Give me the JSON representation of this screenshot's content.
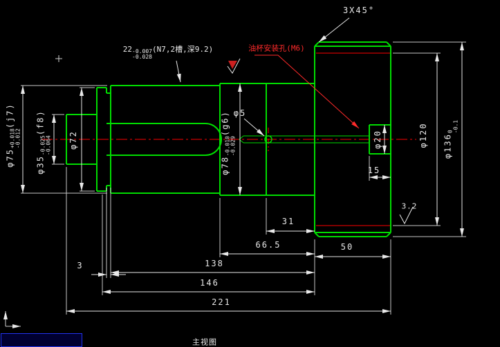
{
  "window": {
    "background": "#000000"
  },
  "colors": {
    "part_outline": "#00dd00",
    "dimension": "#e8e8e8",
    "centerline": "#ff0000",
    "annotation_red": "#ff2a2a",
    "command_box_border": "#2233ee"
  },
  "annotations": {
    "chamfer": "3X45°",
    "oil_hole": "油杯安装孔(M6)",
    "surface_finish_value": "3.2",
    "view_label": "主视图"
  },
  "keyway_dim": {
    "main": "22",
    "sup": "-0.007",
    "sub": "-0.028",
    "suffix": "(N7,2槽,深9.2)"
  },
  "diameter_dims": {
    "d75": {
      "main": "φ75",
      "sup": "+0.018",
      "sub": "-0.012",
      "suffix": "(j7)"
    },
    "d35": {
      "main": "φ35",
      "sup": "-0.025",
      "sub": "-0.064",
      "suffix": "(f8)"
    },
    "d72": {
      "main": "φ72"
    },
    "d78": {
      "main": "φ78",
      "sup": "-0.010",
      "sub": "-0.029",
      "suffix": "(g6)"
    },
    "d5": {
      "main": "φ5"
    },
    "d20": {
      "main": "φ20"
    },
    "d120": {
      "main": "φ120"
    },
    "d136": {
      "main": "φ136",
      "sup": "0",
      "sub": "-0.1"
    }
  },
  "linear_dims": {
    "l15": "15",
    "l31": "31",
    "l66_5": "66.5",
    "l50": "50",
    "l3": "3",
    "l138": "138",
    "l146": "146",
    "l221": "221"
  }
}
